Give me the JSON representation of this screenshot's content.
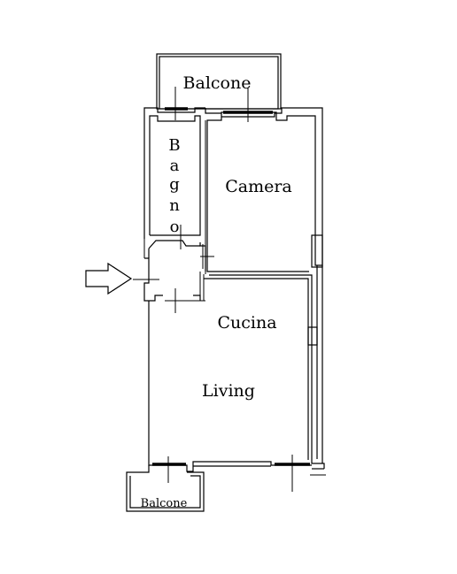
{
  "rooms": {
    "balcone_top": "Balcone",
    "bagno_letters": [
      "B",
      "a",
      "g",
      "n",
      "o"
    ],
    "camera": "Camera",
    "cucina": "Cucina",
    "living": "Living",
    "balcone_bottom": "Balcone"
  },
  "entrance": {
    "icon": "entrance-arrow-icon"
  }
}
